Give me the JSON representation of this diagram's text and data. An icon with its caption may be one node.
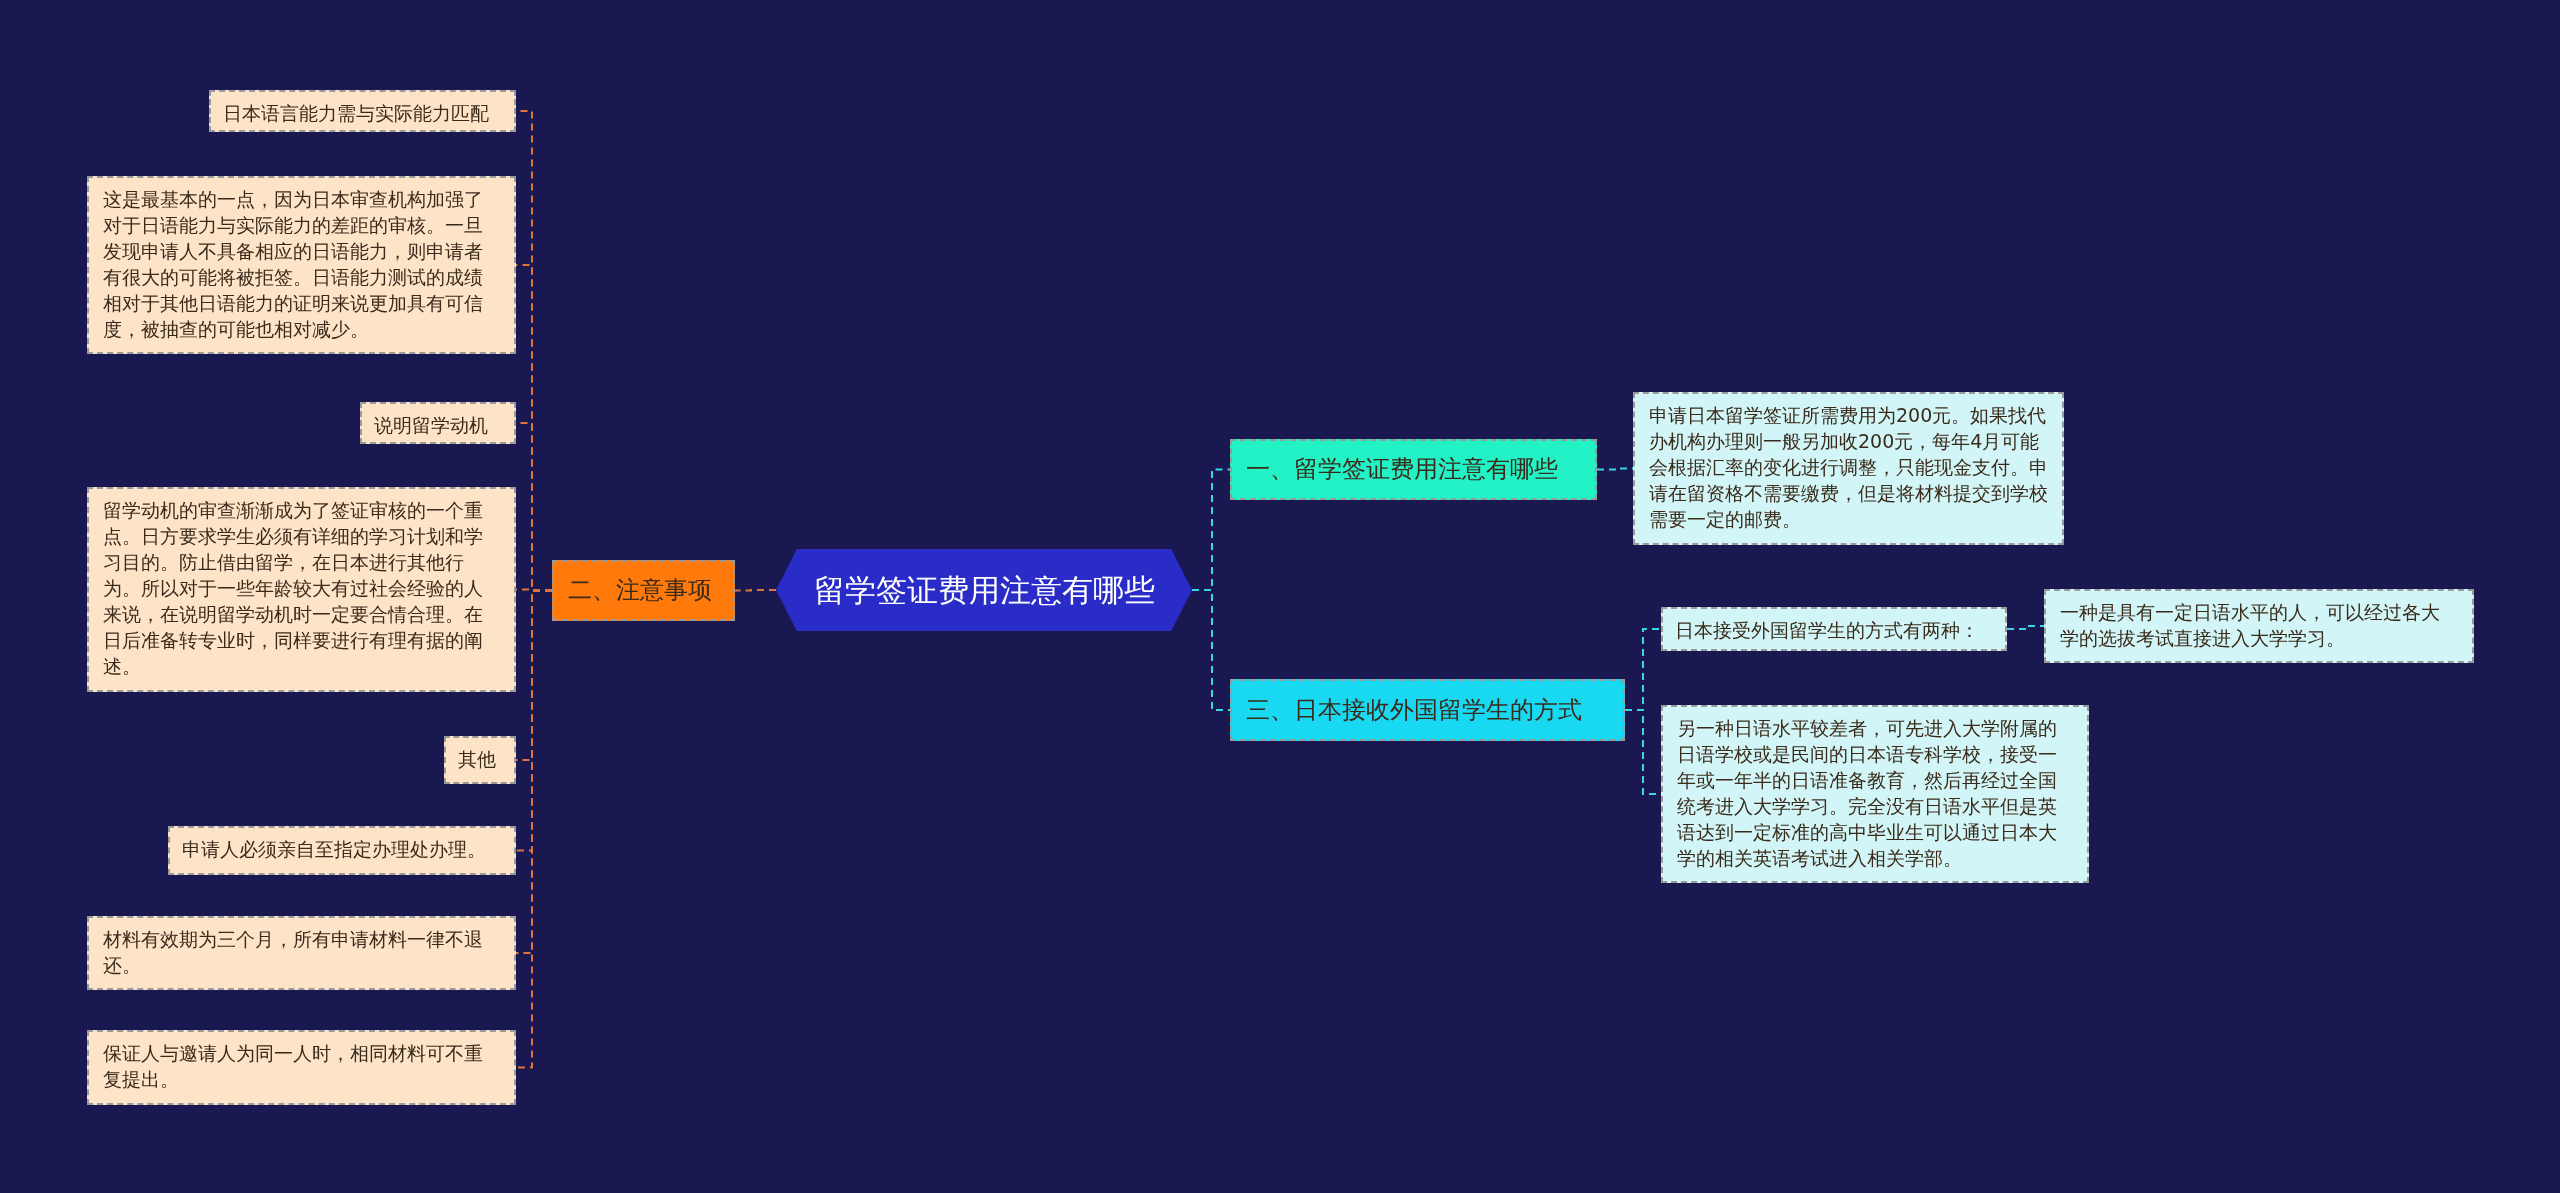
{
  "diagram": {
    "nodes": [
      {
        "text": [
          "留学签证费用注意有哪些"
        ]
      },
      {
        "text": [
          "一、留学签证费用注意有哪些"
        ]
      },
      {
        "text": [
          "申请日本留学签证所需费用为200元。如果找代办机构办理则一般另加收200元，每年4月可能会根据汇率的变化进行调整，只能现金支付。申请在留资格不需要缴费，但是将材料提交到学校需要一定的邮费。"
        ]
      },
      {
        "text": [
          "三、日本接收外国留学生的方式"
        ]
      },
      {
        "text": [
          "日本接受外国留学生的方式有两种："
        ]
      },
      {
        "text": [
          "一种是具有一定日语水平的人，可以经过各大学的选拔考试直接进入大学学习。"
        ]
      },
      {
        "text": [
          "另一种日语水平较差者，可先进入大学附属的日语学校或是民间的日本语专科学校，接受一年或一年半的日语准备教育，然后再经过全国统考进入大学学习。完全没有日语水平但是英语达到一定标准的高中毕业生可以通过日本大学的相关英语考试进入相关学部。"
        ]
      },
      {
        "text": [
          "二、注意事项"
        ]
      },
      {
        "text": [
          "日本语言能力需与实际能力匹配"
        ]
      },
      {
        "text": [
          "这是最基本的一点，因为日本审查机构加强了对于日语能力与实际能力的差距的审核。一旦发现申请人不具备相应的日语能力，则申请者有很大的可能将被拒签。日语能力测试的成绩相对于其他日语能力的证明来说更加具有可信度，被抽查的可能也相对减少。"
        ]
      },
      {
        "text": [
          "说明留学动机"
        ]
      },
      {
        "text": [
          "留学动机的审查渐渐成为了签证审核的一个重点。日方要求学生必须有详细的学习计划和学习目的。防止借由留学，在日本进行其他行为。所以对于一些年龄较大有过社会经验的人来说，在说明留学动机时一定要合情合理。在日后准备转专业时，同样要进行有理有据的阐述。"
        ]
      },
      {
        "text": [
          "其他"
        ]
      },
      {
        "text": [
          "申请人必须亲自至指定办理处办理。"
        ]
      },
      {
        "text": [
          "材料有效期为三个月，所有申请材料一律不退还。"
        ]
      },
      {
        "text": [
          "保证人与邀请人为同一人时，相同材料可不重复提出。"
        ]
      }
    ],
    "edges": [
      {
        "from": 0,
        "to": 1,
        "arrow": "none",
        "color": "#3ad6e8"
      },
      {
        "from": 1,
        "to": 2,
        "arrow": "none",
        "color": "#3ad6e8"
      },
      {
        "from": 0,
        "to": 3,
        "arrow": "none",
        "color": "#3ad6e8"
      },
      {
        "from": 3,
        "to": 4,
        "arrow": "none",
        "color": "#3ad6e8"
      },
      {
        "from": 4,
        "to": 5,
        "arrow": "none",
        "color": "#3ad6e8"
      },
      {
        "from": 3,
        "to": 6,
        "arrow": "none",
        "color": "#3ad6e8"
      },
      {
        "from": 0,
        "to": 7,
        "arrow": "none"
      },
      {
        "from": 7,
        "to": 8,
        "arrow": "none"
      },
      {
        "from": 7,
        "to": 9,
        "arrow": "none"
      },
      {
        "from": 7,
        "to": 10,
        "arrow": "none"
      },
      {
        "from": 7,
        "to": 11,
        "arrow": "none"
      },
      {
        "from": 7,
        "to": 12,
        "arrow": "none"
      },
      {
        "from": 7,
        "to": 13,
        "arrow": "none"
      },
      {
        "from": 7,
        "to": 14,
        "arrow": "none"
      },
      {
        "from": 7,
        "to": 15,
        "arrow": "none"
      }
    ]
  }
}
